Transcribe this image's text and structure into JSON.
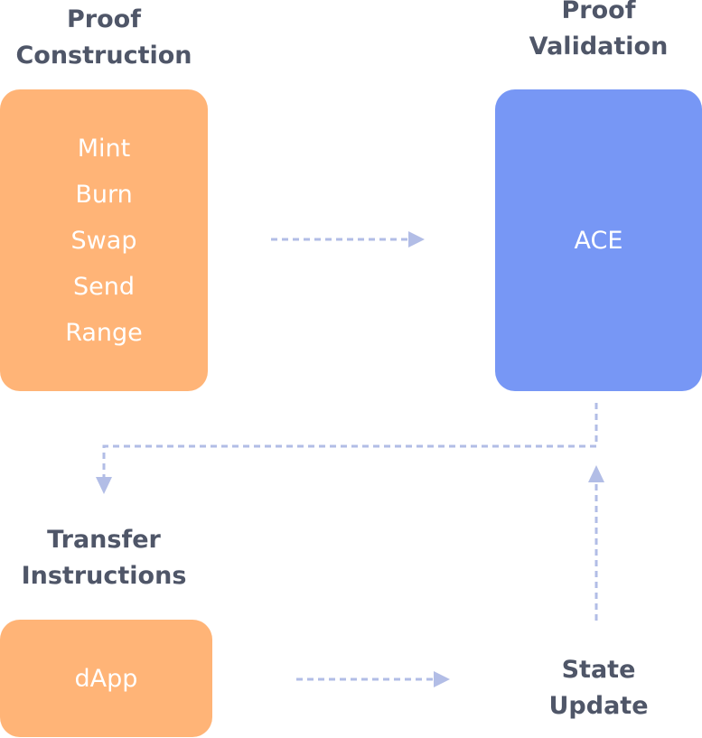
{
  "diagram": {
    "proof_construction": {
      "heading": [
        "Proof",
        "Construction"
      ],
      "items": [
        "Mint",
        "Burn",
        "Swap",
        "Send",
        "Range"
      ]
    },
    "proof_validation": {
      "heading": [
        "Proof",
        "Validation"
      ],
      "label": "ACE"
    },
    "transfer_instructions": {
      "heading": [
        "Transfer",
        "Instructions"
      ],
      "label": "dApp"
    },
    "state_update": {
      "heading": [
        "State",
        "Update"
      ]
    }
  },
  "colors": {
    "orange": "#ffb477",
    "blue": "#7797f5",
    "heading_text": "#4f5668",
    "arrow": "#b2bde6"
  }
}
